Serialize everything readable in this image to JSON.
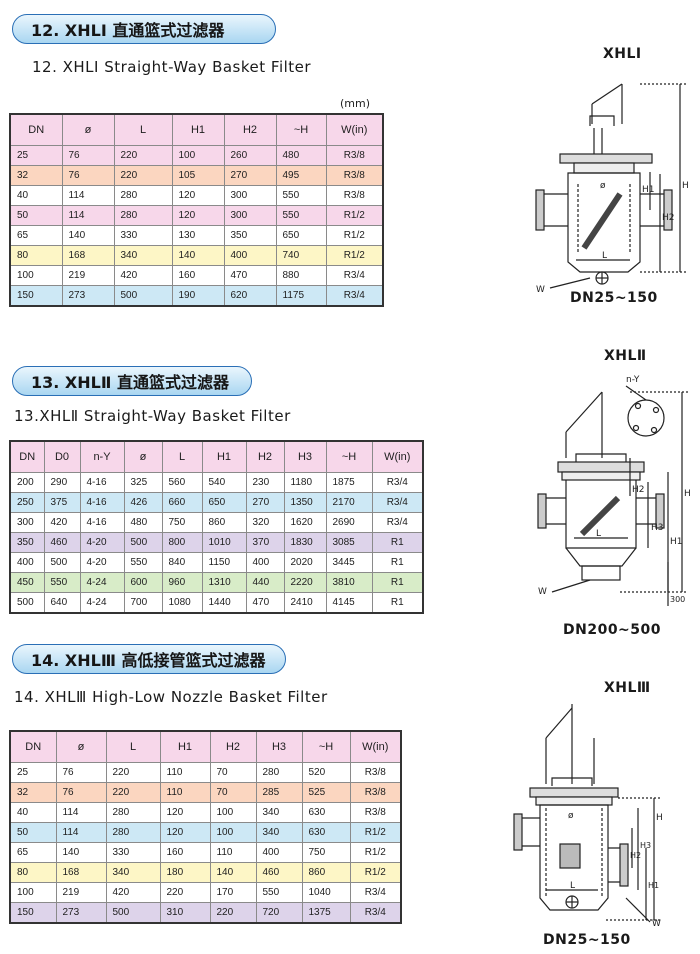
{
  "s12": {
    "tag": "12. XHLⅠ 直通篮式过滤器",
    "title": "12. XHLⅠ Straight-Way Basket Filter",
    "unit": "(mm)",
    "headers": [
      "DN",
      "ø",
      "L",
      "H1",
      "H2",
      "~H",
      "W(in)"
    ],
    "rows": [
      [
        "25",
        "76",
        "220",
        "100",
        "260",
        "480",
        "R3/8"
      ],
      [
        "32",
        "76",
        "220",
        "105",
        "270",
        "495",
        "R3/8"
      ],
      [
        "40",
        "114",
        "280",
        "120",
        "300",
        "550",
        "R3/8"
      ],
      [
        "50",
        "114",
        "280",
        "120",
        "300",
        "550",
        "R1/2"
      ],
      [
        "65",
        "140",
        "330",
        "130",
        "350",
        "650",
        "R1/2"
      ],
      [
        "80",
        "168",
        "340",
        "140",
        "400",
        "740",
        "R1/2"
      ],
      [
        "100",
        "219",
        "420",
        "160",
        "470",
        "880",
        "R3/4"
      ],
      [
        "150",
        "273",
        "500",
        "190",
        "620",
        "1175",
        "R3/4"
      ]
    ],
    "diagram": {
      "model": "XHLⅠ",
      "range": "DN25~150",
      "labels": {
        "phi": "ø",
        "h1": "H1",
        "h2": "H2",
        "h": "H",
        "l": "L",
        "w": "W"
      }
    }
  },
  "s13": {
    "tag": "13. XHLⅡ 直通篮式过滤器",
    "title": "13.XHLⅡ Straight-Way Basket Filter",
    "headers": [
      "DN",
      "D0",
      "n-Y",
      "ø",
      "L",
      "H1",
      "H2",
      "H3",
      "~H",
      "W(in)"
    ],
    "rows": [
      [
        "200",
        "290",
        "4-16",
        "325",
        "560",
        "540",
        "230",
        "1180",
        "1875",
        "R3/4"
      ],
      [
        "250",
        "375",
        "4-16",
        "426",
        "660",
        "650",
        "270",
        "1350",
        "2170",
        "R3/4"
      ],
      [
        "300",
        "420",
        "4-16",
        "480",
        "750",
        "860",
        "320",
        "1620",
        "2690",
        "R3/4"
      ],
      [
        "350",
        "460",
        "4-20",
        "500",
        "800",
        "1010",
        "370",
        "1830",
        "3085",
        "R1"
      ],
      [
        "400",
        "500",
        "4-20",
        "550",
        "840",
        "1150",
        "400",
        "2020",
        "3445",
        "R1"
      ],
      [
        "450",
        "550",
        "4-24",
        "600",
        "960",
        "1310",
        "440",
        "2220",
        "3810",
        "R1"
      ],
      [
        "500",
        "640",
        "4-24",
        "700",
        "1080",
        "1440",
        "470",
        "2410",
        "4145",
        "R1"
      ]
    ],
    "diagram": {
      "model": "XHLⅡ",
      "range": "DN200~500",
      "labels": {
        "ny": "n-Y",
        "h2": "H2",
        "h3": "H3",
        "h1": "H1",
        "h": "H",
        "l": "L",
        "w": "W",
        "dim": "300"
      }
    }
  },
  "s14": {
    "tag": "14. XHLⅢ 高低接管篮式过滤器",
    "title": "14. XHLⅢ High-Low Nozzle Basket Filter",
    "headers": [
      "DN",
      "ø",
      "L",
      "H1",
      "H2",
      "H3",
      "~H",
      "W(in)"
    ],
    "rows": [
      [
        "25",
        "76",
        "220",
        "110",
        "70",
        "280",
        "520",
        "R3/8"
      ],
      [
        "32",
        "76",
        "220",
        "110",
        "70",
        "285",
        "525",
        "R3/8"
      ],
      [
        "40",
        "114",
        "280",
        "120",
        "100",
        "340",
        "630",
        "R3/8"
      ],
      [
        "50",
        "114",
        "280",
        "120",
        "100",
        "340",
        "630",
        "R1/2"
      ],
      [
        "65",
        "140",
        "330",
        "160",
        "110",
        "400",
        "750",
        "R1/2"
      ],
      [
        "80",
        "168",
        "340",
        "180",
        "140",
        "460",
        "860",
        "R1/2"
      ],
      [
        "100",
        "219",
        "420",
        "220",
        "170",
        "550",
        "1040",
        "R3/4"
      ],
      [
        "150",
        "273",
        "500",
        "310",
        "220",
        "720",
        "1375",
        "R3/4"
      ]
    ],
    "diagram": {
      "model": "XHLⅢ",
      "range": "DN25~150",
      "labels": {
        "phi": "ø",
        "h": "H",
        "h2": "H2",
        "h3": "H3",
        "h1": "H1",
        "l": "L",
        "w": "W"
      }
    }
  },
  "colors": {
    "tag_border": "#2a6fb6",
    "tag_fill_top": "#eaf6fd",
    "tag_fill_bottom": "#a9d6f1",
    "row_pink": "#f7d7ea",
    "row_orange": "#fbd6c0",
    "row_lightblue": "#cde8f5",
    "row_yellow": "#fdf6c6",
    "row_purple": "#ddd3ea",
    "row_green": "#d8ecc8"
  }
}
